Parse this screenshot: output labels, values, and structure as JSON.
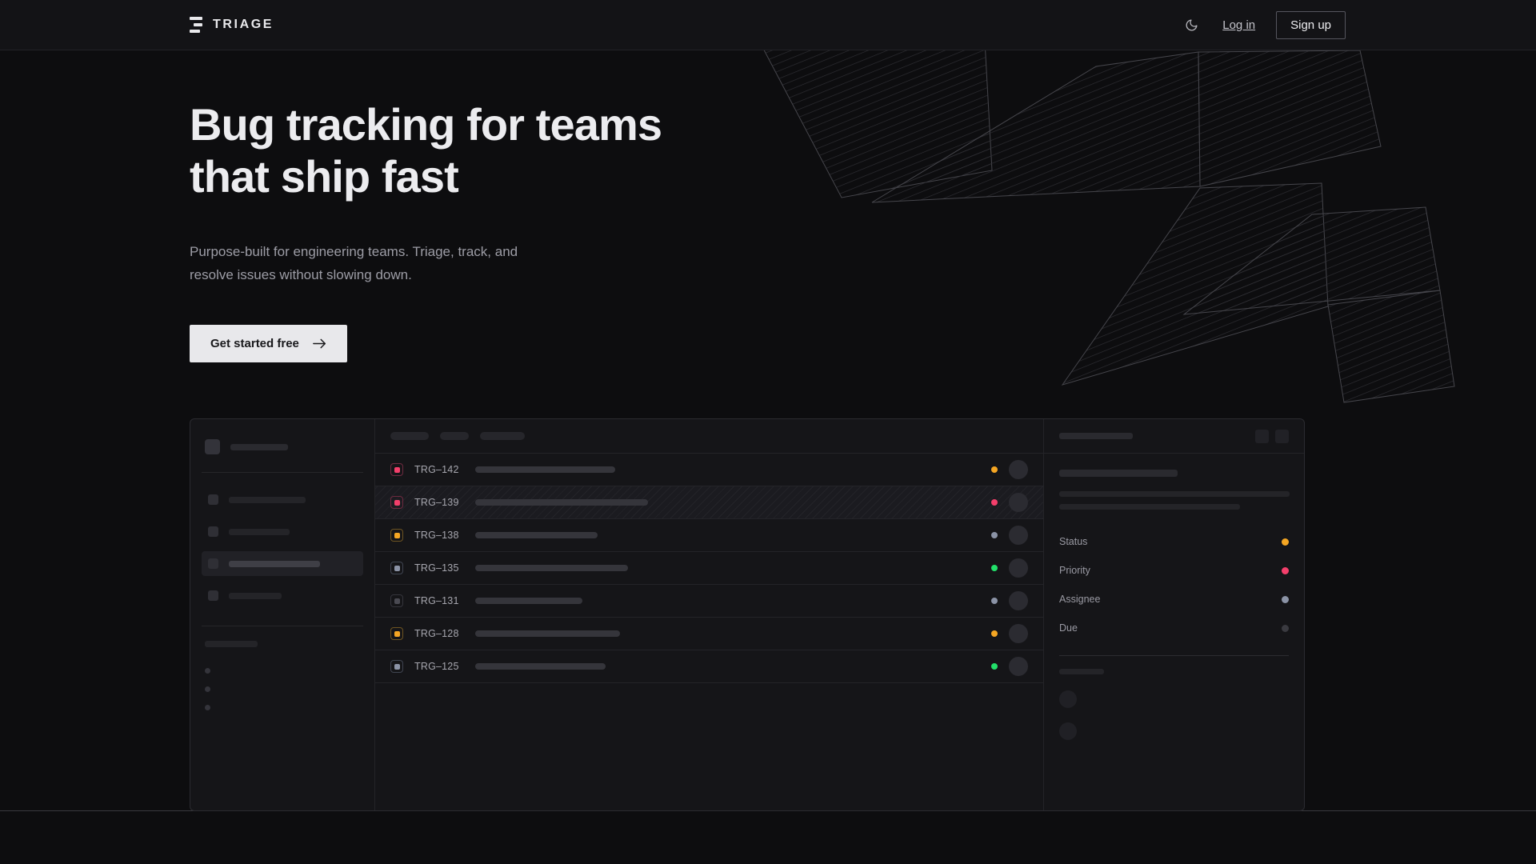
{
  "brand": {
    "name": "TRIAGE",
    "mark_icon": "triage-bars-icon"
  },
  "nav": {
    "theme_toggle_icon": "moon-icon",
    "login_label": "Log in",
    "signup_label": "Sign up"
  },
  "hero": {
    "heading": "Bug tracking for teams\nthat ship fast",
    "subheading": "Purpose-built for engineering teams. Triage, track, and\nresolve issues without slowing down.",
    "cta_label": "Get started free",
    "cta_icon": "arrow-right-icon"
  },
  "colors": {
    "background": "#0d0d0f",
    "surface": "#151518",
    "border": "#2b2b30",
    "text_primary": "#ececef",
    "text_muted": "#9d9da6",
    "accent_orange": "#f5a623",
    "accent_pink": "#f43f6b",
    "accent_green": "#22e06a",
    "accent_slate": "#8b93a6",
    "accent_dim": "#3a3a40",
    "cta_background": "#e8e8eb"
  },
  "mockup": {
    "sidebar": {
      "nav_items": [
        {
          "name": "nav-item-1",
          "width": 96,
          "active": false
        },
        {
          "name": "nav-item-2",
          "width": 76,
          "active": false
        },
        {
          "name": "nav-item-3",
          "width": 114,
          "active": true
        },
        {
          "name": "nav-item-4",
          "width": 66,
          "active": false
        }
      ],
      "section_label_width": 66,
      "sub_items": 3
    },
    "toolbar": {
      "tabs": [
        48,
        36,
        56
      ]
    },
    "issues": {
      "columns": [
        "priority",
        "id",
        "title",
        "status",
        "assignee"
      ],
      "rows": [
        {
          "id": "TRG–142",
          "priority_color": "#f43f6b",
          "priority_border": "#6e2a40",
          "status_color": "#f5a623",
          "title_width": 175,
          "selected": false
        },
        {
          "id": "TRG–139",
          "priority_color": "#f43f6b",
          "priority_border": "#6e2a40",
          "status_color": "#f43f6b",
          "title_width": 216,
          "selected": true
        },
        {
          "id": "TRG–138",
          "priority_color": "#f5a623",
          "priority_border": "#6e5422",
          "status_color": "#8b93a6",
          "title_width": 153,
          "selected": false
        },
        {
          "id": "TRG–135",
          "priority_color": "#8b93a6",
          "priority_border": "#3f4450",
          "status_color": "#22e06a",
          "title_width": 191,
          "selected": false
        },
        {
          "id": "TRG–131",
          "priority_color": "#4a4a52",
          "priority_border": "#35353c",
          "status_color": "#8b93a6",
          "title_width": 134,
          "selected": false
        },
        {
          "id": "TRG–128",
          "priority_color": "#f5a623",
          "priority_border": "#6e5422",
          "status_color": "#f5a623",
          "title_width": 181,
          "selected": false
        },
        {
          "id": "TRG–125",
          "priority_color": "#8b93a6",
          "priority_border": "#3f4450",
          "status_color": "#22e06a",
          "title_width": 163,
          "selected": false
        }
      ]
    },
    "detail": {
      "header_title_width": 92,
      "action_buttons": 2,
      "title_skeleton_width": 148,
      "body_lines": [
        288,
        226
      ],
      "meta": [
        {
          "label": "Status",
          "color": "#f5a623"
        },
        {
          "label": "Priority",
          "color": "#f43f6b"
        },
        {
          "label": "Assignee",
          "color": "#8b93a6"
        },
        {
          "label": "Due",
          "color": "#3a3a40"
        }
      ],
      "comments_label_width": 56,
      "comment_avatars": 2
    }
  }
}
